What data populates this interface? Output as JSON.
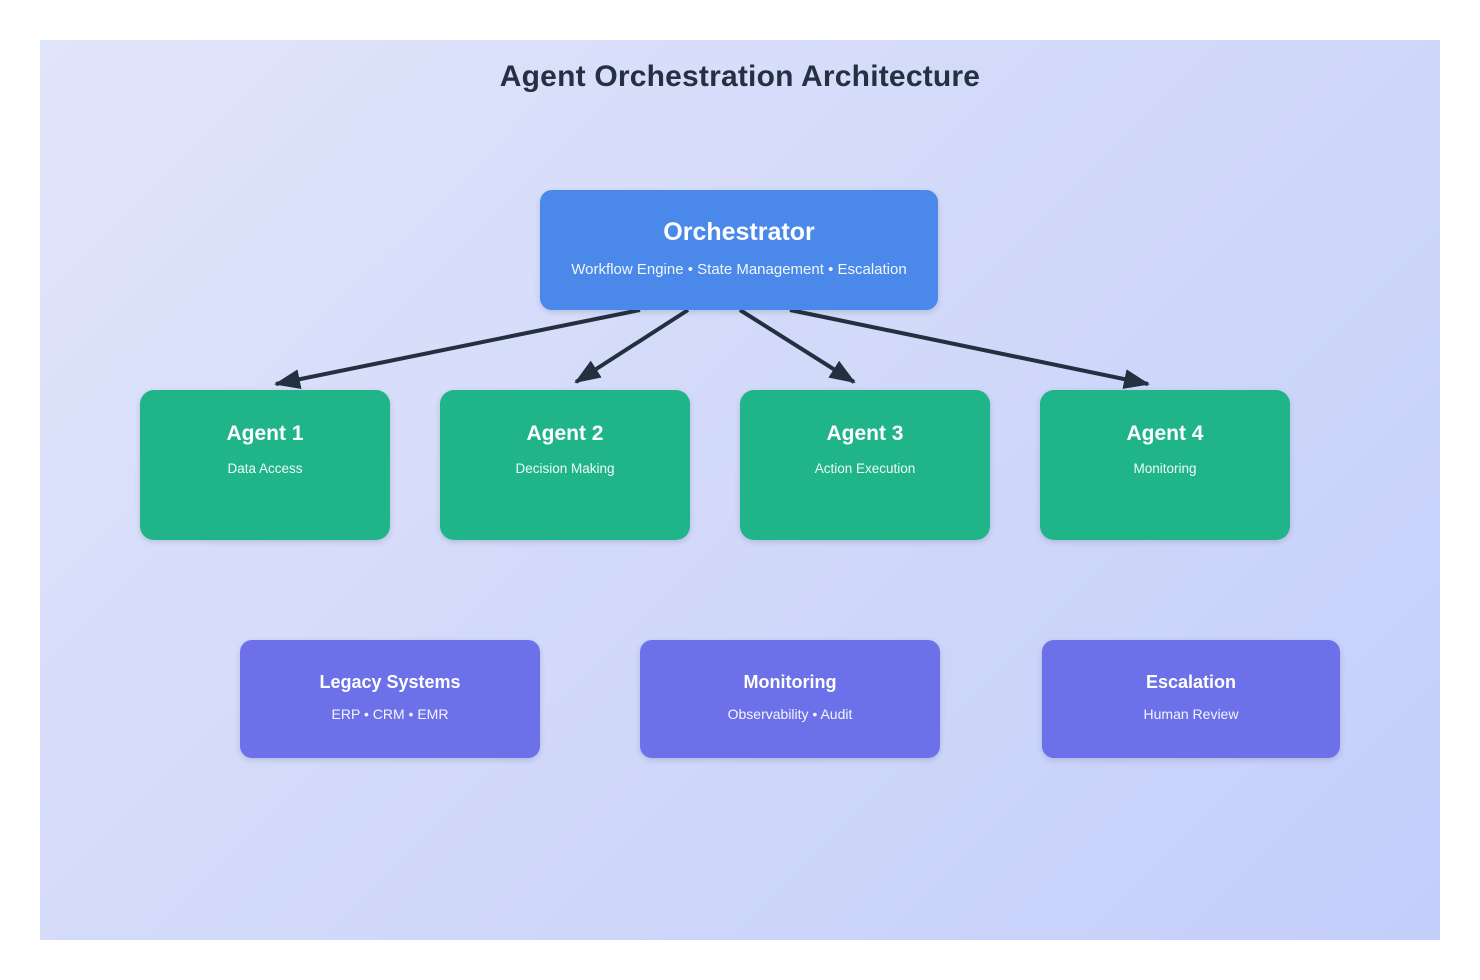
{
  "diagram": {
    "title": "Agent Orchestration Architecture",
    "orchestrator": {
      "title": "Orchestrator",
      "subtitle": "Workflow Engine • State Management • Escalation"
    },
    "agents": [
      {
        "title": "Agent 1",
        "subtitle": "Data Access"
      },
      {
        "title": "Agent 2",
        "subtitle": "Decision Making"
      },
      {
        "title": "Agent 3",
        "subtitle": "Action Execution"
      },
      {
        "title": "Agent 4",
        "subtitle": "Monitoring"
      }
    ],
    "support_systems": [
      {
        "title": "Legacy Systems",
        "subtitle": "ERP • CRM • EMR"
      },
      {
        "title": "Monitoring",
        "subtitle": "Observability • Audit"
      },
      {
        "title": "Escalation",
        "subtitle": "Human Review"
      }
    ],
    "colors": {
      "page_background": "#ffffff",
      "canvas_gradient_start": "#e1e5fb",
      "canvas_gradient_end": "#c4cefb",
      "orchestrator_fill": "#4a88e9",
      "agent_fill": "#20b589",
      "support_fill": "#6c70e9",
      "arrow": "#22303f",
      "title_text": "#243142",
      "node_text": "#ffffff"
    }
  }
}
